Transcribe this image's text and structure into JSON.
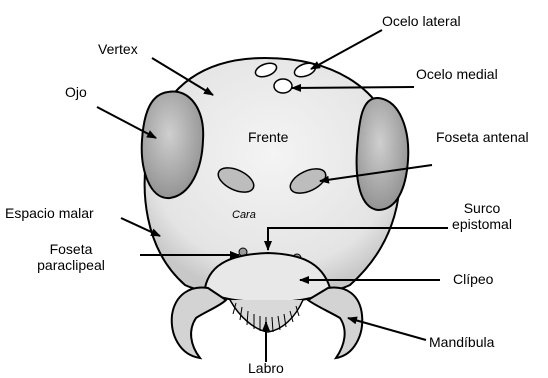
{
  "labels": {
    "ocelo_lateral": "Ocelo lateral",
    "vertex": "Vertex",
    "ocelo_medial": "Ocelo medial",
    "ojo": "Ojo",
    "frente": "Frente",
    "foseta_antenal": "Foseta antenal",
    "espacio_malar": "Espacio malar",
    "cara": "Cara",
    "surco_epistomal_1": "Surco",
    "surco_epistomal_2": "epistomal",
    "foseta_paraclipeal_1": "Foseta",
    "foseta_paraclipeal_2": "paraclipeal",
    "clipeo": "Clípeo",
    "mandibula": "Mandíbula",
    "labro": "Labro"
  },
  "colors": {
    "head_fill": "#ececec",
    "eye_fill": "#b8b8b8",
    "outline": "#000000"
  }
}
